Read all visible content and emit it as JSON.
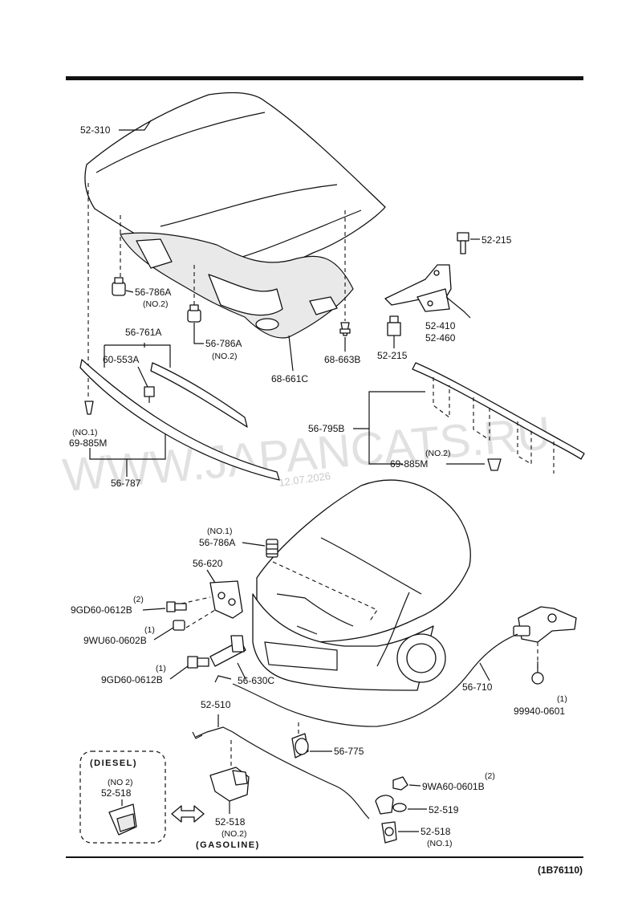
{
  "labels": {
    "p52_310": "52-310",
    "p56_786A_a": "56-786A",
    "p56_786A_a_note": "(NO.2)",
    "p56_786A_b": "56-786A",
    "p56_786A_b_note": "(NO.2)",
    "p56_761A": "56-761A",
    "p60_553A": "60-553A",
    "p68_661C": "68-661C",
    "p68_663B": "68-663B",
    "p52_215_top": "52-215",
    "p52_410": "52-410",
    "p52_460": "52-460",
    "p52_215_bot": "52-215",
    "p69_885M_left_note": "(NO.1)",
    "p69_885M_left": "69-885M",
    "p56_787": "56-787",
    "p56_795B": "56-795B",
    "p69_885M_right_note": "(NO.2)",
    "p69_885M_right": "69-885M",
    "p56_786A_c_note": "(NO.1)",
    "p56_786A_c": "56-786A",
    "p56_620": "56-620",
    "p9GD60_0612B_top_qty": "(2)",
    "p9GD60_0612B_top": "9GD60-0612B",
    "p9WU60_0602B_qty": "(1)",
    "p9WU60_0602B": "9WU60-0602B",
    "p9GD60_0612B_bot_qty": "(1)",
    "p9GD60_0612B_bot": "9GD60-0612B",
    "p56_630C": "56-630C",
    "p56_710": "56-710",
    "p99940_0601_qty": "(1)",
    "p99940_0601": "99940-0601",
    "p52_510": "52-510",
    "p56_775": "56-775",
    "diesel": "(DIESEL)",
    "diesel_note": "(NO 2)",
    "diesel_part": "52-518",
    "p9WA60_0601B_qty": "(2)",
    "p9WA60_0601B": "9WA60-0601B",
    "p52_519": "52-519",
    "p52_518_gas": "52-518",
    "p52_518_gas_note": "(NO.2)",
    "gasoline": "(GASOLINE)",
    "p52_518_r": "52-518",
    "p52_518_r_note": "(NO.1)"
  },
  "figure_code": "(1B76110)",
  "watermark": {
    "text": "WWW.JAPANCATS.RU",
    "date": "12.07.2026"
  }
}
